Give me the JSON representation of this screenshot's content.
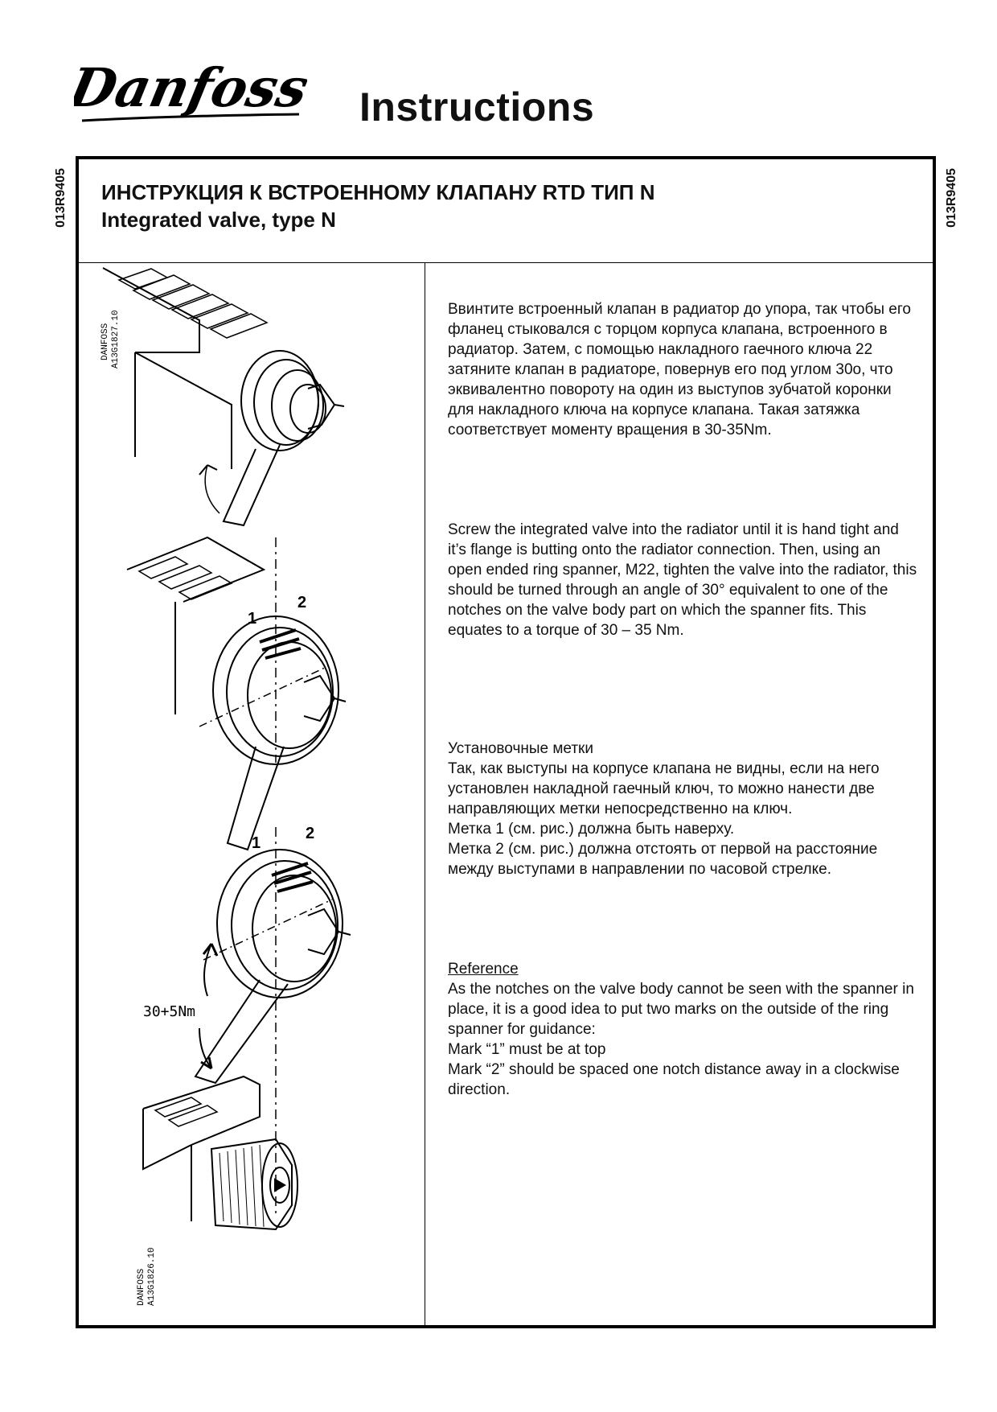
{
  "header": {
    "logo_text": "Danfoss",
    "doc_title": "Instructions",
    "side_code": "013R9405"
  },
  "section": {
    "title_ru": "ИНСТРУКЦИЯ К ВСТРОЕННОМУ КЛАПАНУ RTD ТИП N",
    "title_en": "Integrated valve, type N"
  },
  "figures": {
    "drawing1_code": [
      "DANFOSS",
      "A13G1827.10"
    ],
    "drawing2_code": [
      "DANFOSS",
      "A13G1826.10"
    ],
    "mark_1": "1",
    "mark_2": "2",
    "torque_label": "30+5Nm"
  },
  "body": {
    "para_ru_1": "Ввинтите встроенный клапан в радиатор до упора, так чтобы его фланец стыковался с торцом корпуса клапана, встроенного в радиатор. Затем, с помощью накладного гаечного ключа 22 затяните клапан в радиаторе, повернув его под углом 30о, что эквивалентно повороту на один из выступов зубчатой коронки для накладного ключа на корпусе клапана. Такая  затяжка соответствует моменту вращения в 30-35Nm.",
    "para_en_1": "Screw the integrated valve into the radiator until it is hand tight and it’s flange is butting onto the radiator connection. Then, using an open ended ring spanner, M22, tighten the valve into the radiator, this should be turned through an angle of 30° equivalent to one of the notches on the valve body part on which the spanner fits. This equates to a torque of  30 – 35 Nm.",
    "ref_ru_heading": "Установочные метки",
    "ref_ru_lines": [
      "Так, как выступы на корпусе клапана не видны, если на него установлен накладной гаечный ключ, то можно нанести две направляющих метки непосредственно на ключ.",
      "Метка 1 (см. рис.) должна быть наверху.",
      "Метка 2 (см. рис.) должна отстоять от первой на расстояние между выступами в направлении по часовой стрелке."
    ],
    "ref_en_heading": "Reference",
    "ref_en_lines": [
      "As the notches on the valve body cannot be seen with the spanner in place, it is a good idea to put two marks on the outside of the ring spanner for guidance:",
      "Mark “1” must be at top",
      "Mark “2” should be spaced one notch distance away in a clockwise direction."
    ]
  }
}
